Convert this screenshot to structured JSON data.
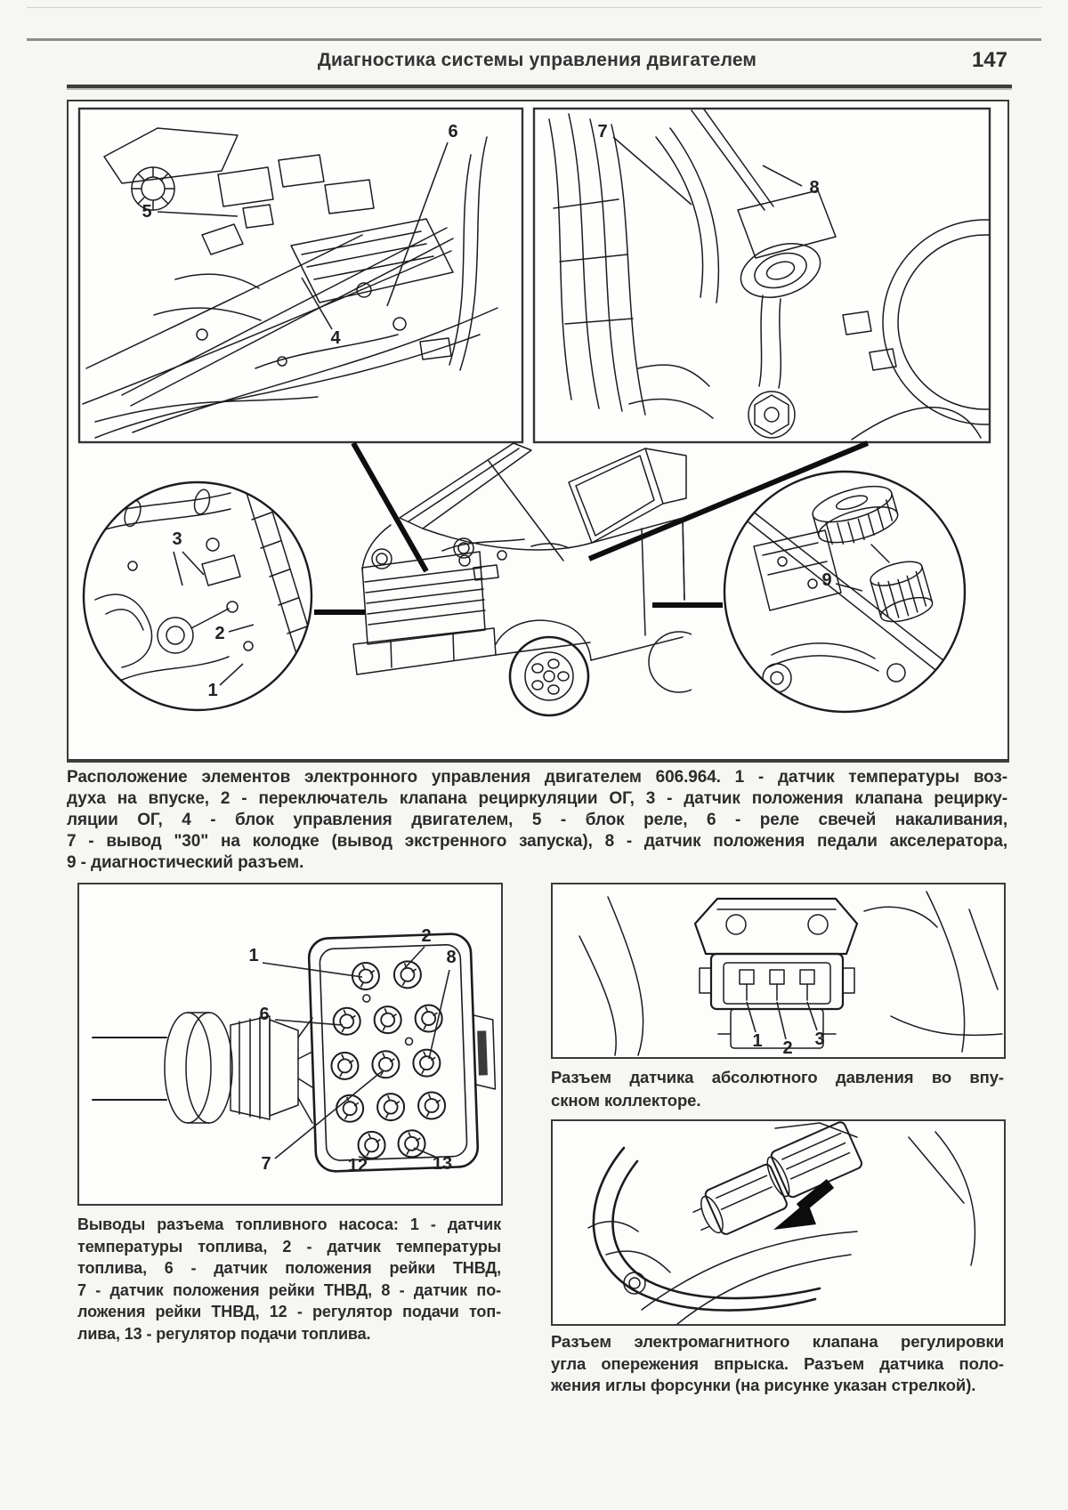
{
  "header": {
    "title": "Диагностика системы управления двигателем",
    "page_number": "147"
  },
  "colors": {
    "paper": "#f6f6f3",
    "ink": "#2d2d2d",
    "line_art": "#1c1c1c",
    "border": "#3a3a3a"
  },
  "overview_figure": {
    "engine_code": "606.964",
    "callouts": {
      "n1": "1",
      "n2": "2",
      "n3": "3",
      "n4": "4",
      "n5": "5",
      "n6": "6",
      "n7": "7",
      "n8": "8",
      "n9": "9"
    },
    "caption_lines": [
      "Расположение элементов электронного управления двигателем 606.964. 1 - датчик температуры воз-",
      "духа на впуске, 2 - переключатель клапана рециркуляции ОГ, 3 - датчик положения клапана рецирку-",
      "ляции ОГ, 4 - блок управления двигателем, 5 - блок реле, 6 - реле свечей накаливания,",
      "7 - вывод \"30\" на колодке (вывод экстренного запуска), 8 - датчик положения педали акселератора,",
      "9 - диагностический разъем."
    ]
  },
  "fuel_pump_figure": {
    "callouts": {
      "n1": "1",
      "n2": "2",
      "n6": "6",
      "n7": "7",
      "n8": "8",
      "n12": "12",
      "n13": "13"
    },
    "caption_lines": [
      "Выводы разъема топливного насоса: 1 - датчик",
      "температуры топлива, 2 - датчик температуры",
      "топлива, 6 - датчик положения рейки ТНВД,",
      "7 - датчик положения рейки ТНВД, 8 - датчик по-",
      "ложения рейки ТНВД, 12 - регулятор подачи топ-",
      "лива, 13 - регулятор подачи топлива."
    ]
  },
  "map_sensor_figure": {
    "pin_labels": {
      "n1": "1",
      "n2": "2",
      "n3": "3"
    },
    "caption_lines": [
      "Разъем датчика абсолютного давления во впу-",
      "скном коллекторе."
    ]
  },
  "valve_figure": {
    "caption_lines": [
      "Разъем электромагнитного клапана регулировки",
      "угла опережения впрыска. Разъем датчика поло-",
      "жения иглы форсунки (на рисунке указан стрелкой)."
    ]
  }
}
